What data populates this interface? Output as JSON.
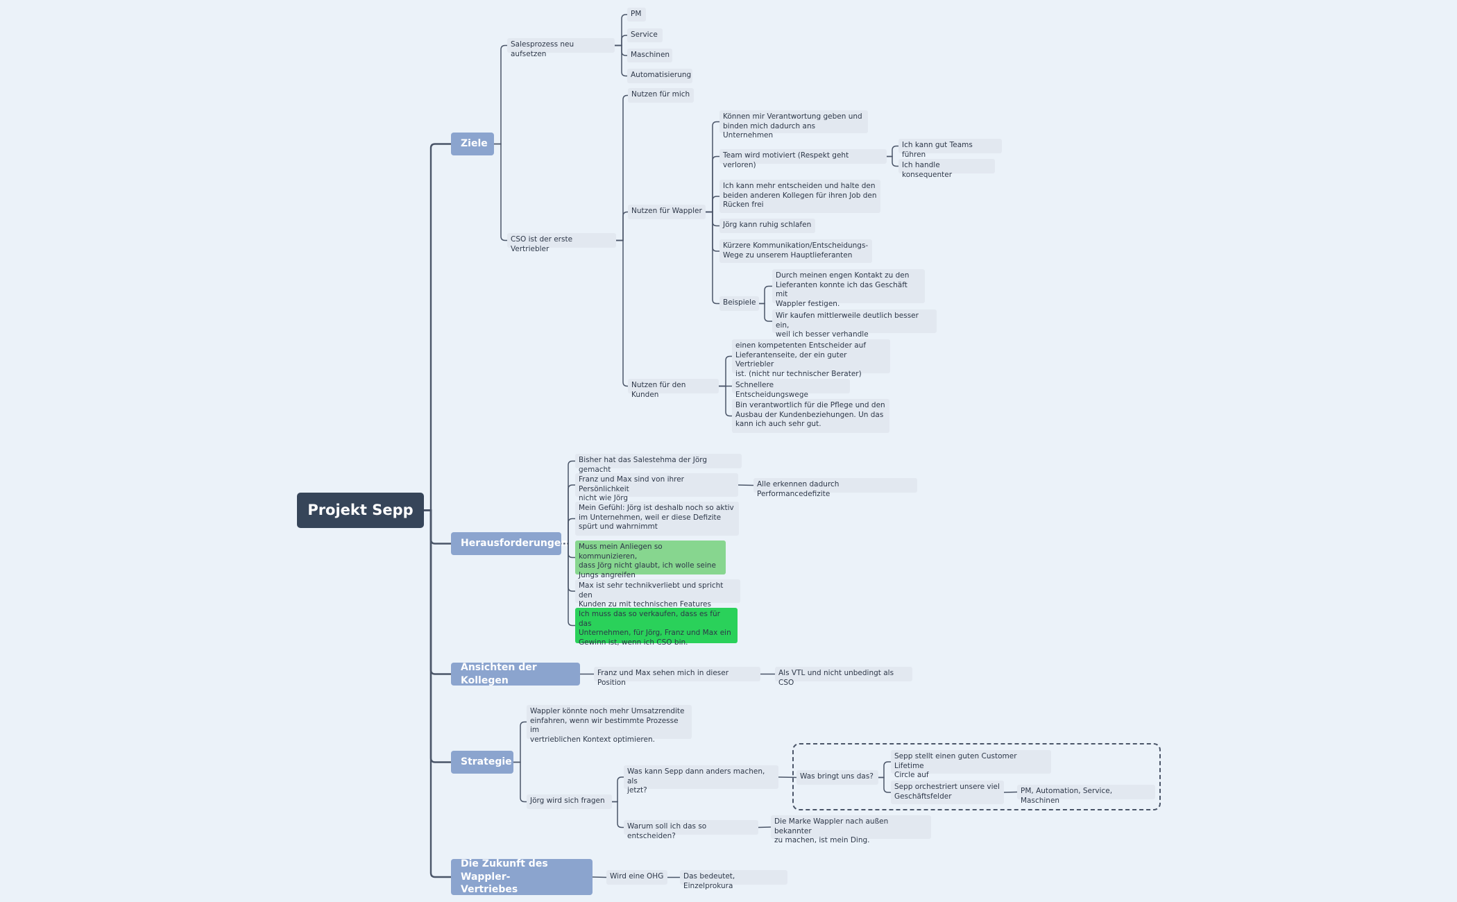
{
  "root": "Projekt Sepp",
  "ziele": {
    "label": "Ziele",
    "sales": "Salesprozess neu aufsetzen",
    "sales_items": [
      "PM",
      "Service",
      "Maschinen",
      "Automatisierung"
    ],
    "cso": "CSO ist der erste Vertriebler",
    "nutzen_mich": "Nutzen für mich",
    "nutzen_wappler": "Nutzen für Wappler",
    "wappler_items": {
      "verantwortung": "Können mir Verantwortung geben und\nbinden mich dadurch ans Unternehmen",
      "team": "Team wird motiviert (Respekt geht verloren)",
      "team_kann": "Ich kann gut Teams führen",
      "team_handle": "Ich handle konsequenter",
      "entscheiden": "Ich kann mehr entscheiden und halte den\nbeiden anderen Kollegen für ihren Job den\nRücken frei",
      "joerg": "Jörg kann ruhig schlafen",
      "kuerzere": "Kürzere Kommunikation/Entscheidungs-\nWege zu unserem Hauptlieferanten",
      "beispiele": "Beispiele",
      "beispiel1": "Durch meinen engen Kontakt zu den\nLieferanten konnte ich das Geschäft mit\nWappler festigen.",
      "beispiel2": "Wir kaufen mittlerweile deutlich besser ein,\nweil ich besser verhandle"
    },
    "nutzen_kunden": "Nutzen für den Kunden",
    "kunden_items": [
      "einen kompetenten Entscheider auf\nLieferantenseite, der ein guter Vertriebler\nist. (nicht nur technischer Berater)",
      "Schnellere Entscheidungswege",
      "Bin verantwortlich für die Pflege und den\nAusbau der Kundenbeziehungen. Un das\nkann ich auch sehr gut."
    ]
  },
  "heraus": {
    "label": "Herausforderungen",
    "items": [
      "Bisher hat das Salestehma der Jörg gemacht",
      "Franz und Max sind von ihrer Persönlichkeit\nnicht wie Jörg",
      "Mein Gefühl: Jörg ist deshalb noch so aktiv\nim Unternehmen, weil er diese Defizite\nspürt und wahrnimmt",
      "Muss mein Anliegen so kommunizieren,\ndass Jörg nicht glaubt, ich wolle seine\nJungs angreifen",
      "Max ist sehr technikverliebt und spricht den\nKunden zu mit technischen Features",
      "Ich muss das so verkaufen, dass es für das\nUnternehmen, für Jörg, Franz und Max ein\nGewinn ist, wenn ich CSO bin."
    ],
    "franz_child": "Alle erkennen dadurch Performancedefizite"
  },
  "ansichten": {
    "label": "Ansichten der Kollegen",
    "item": "Franz und Max sehen mich in dieser Position",
    "child": "Als VTL und nicht unbedingt als CSO"
  },
  "strategie": {
    "label": "Strategie",
    "item1": "Wappler könnte noch mehr Umsatzrendite\neinfahren, wenn wir bestimmte Prozesse im\nvertrieblichen Kontext optimieren.",
    "joerg": "Jörg wird sich fragen",
    "was_kann": "Was kann Sepp dann anders machen, als\njetzt?",
    "was_bringt": "Was bringt uns das?",
    "clv": "Sepp stellt einen guten Customer Lifetime\nCircle auf",
    "orch": "Sepp orchestriert unsere viel\nGeschäftsfelder",
    "pm": "PM, Automation, Service, Maschinen",
    "warum": "Warum soll ich das so entscheiden?",
    "marke": "Die Marke Wappler nach außen bekannter\nzu machen, ist mein Ding."
  },
  "zukunft": {
    "label": "Die Zukunft des Wappler-\nVertriebes",
    "ohg": "Wird eine OHG",
    "prokura": "Das bedeutet, Einzelprokura"
  },
  "colors": {
    "line": "#4A5568",
    "root": "#364559",
    "main": "#8BA4CE",
    "sub": "#E2E8F0",
    "green_light": "#87D68F",
    "green": "#2AD15A"
  }
}
